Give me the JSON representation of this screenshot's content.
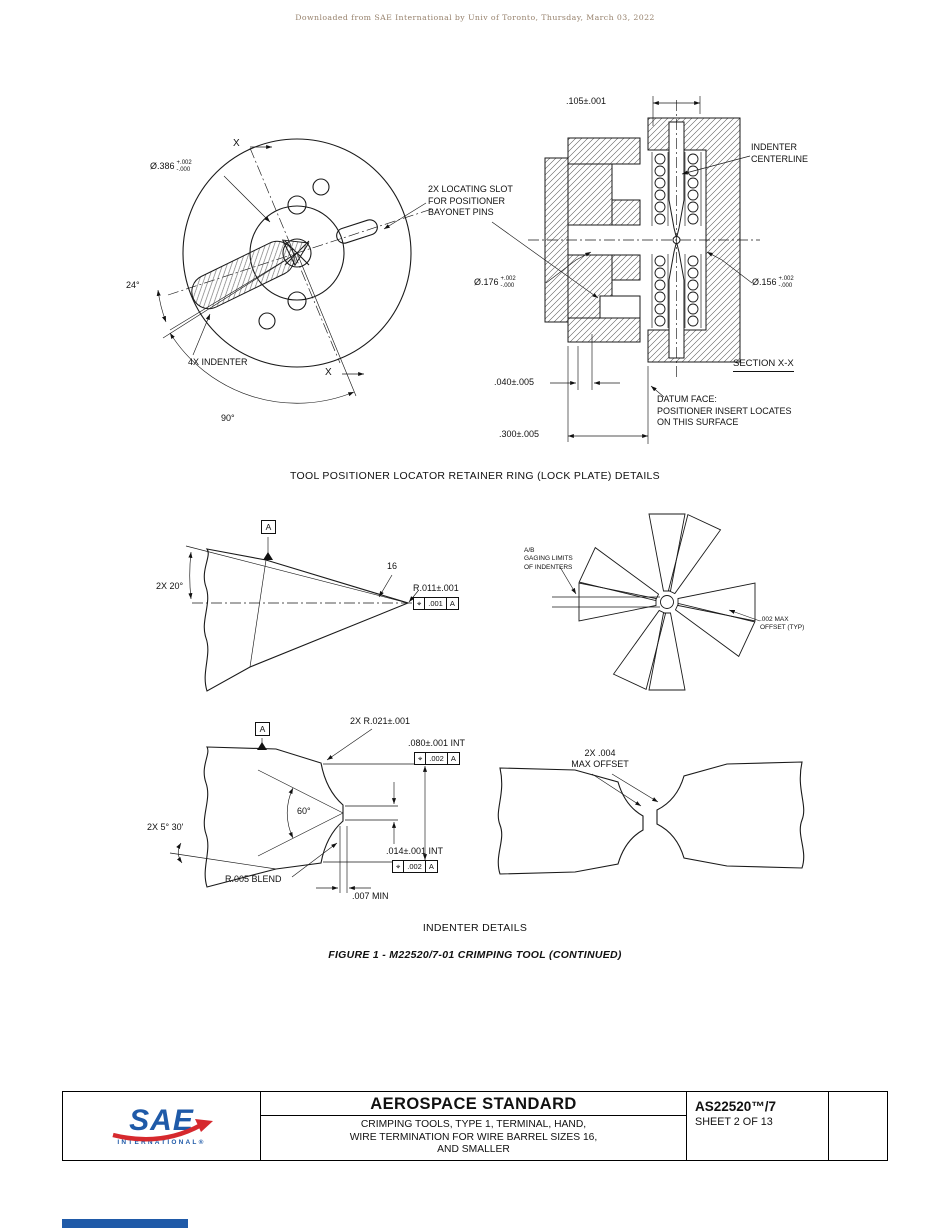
{
  "watermark": "Downloaded from SAE International by Univ of Toronto, Thursday, March 03, 2022",
  "lock_plate_view": {
    "section_marker_top": "X",
    "section_marker_bottom": "X",
    "dia_386": {
      "main": "Ø.386",
      "tol_up": "+.002",
      "tol_dn": "-.000"
    },
    "angle_24": "24°",
    "indenter_note": "4X INDENTER",
    "angle_90": "90°",
    "locating_slot_note": [
      "2X LOCATING SLOT",
      "FOR POSITIONER",
      "BAYONET PINS"
    ],
    "caption": "TOOL POSITIONER LOCATOR RETAINER RING (LOCK PLATE) DETAILS"
  },
  "section_view": {
    "dim_105": ".105±.001",
    "indenter_centerline": [
      "INDENTER",
      "CENTERLINE"
    ],
    "dia_176": {
      "main": "Ø.176",
      "tol_up": "+.002",
      "tol_dn": "-.000"
    },
    "dia_156": {
      "main": "Ø.156",
      "tol_up": "+.002",
      "tol_dn": "-.000"
    },
    "dim_040": ".040±.005",
    "section_label": "SECTION X-X",
    "dim_300": ".300±.005",
    "datum_note": [
      "DATUM FACE:",
      "POSITIONER INSERT LOCATES",
      "ON THIS SURFACE"
    ]
  },
  "indenter_details": {
    "tip_view": {
      "datum_flag": "A",
      "angle": "2X 20°",
      "gage": "16",
      "radius": "R.011±.001",
      "fcf": {
        "symbol": "⌖",
        "tol": ".001",
        "datum": "A"
      }
    },
    "gaging_view": {
      "limits_note": [
        "A/B",
        "GAGING LIMITS",
        "OF INDENTERS"
      ],
      "offset_note": [
        ".002 MAX",
        "OFFSET (TYP)"
      ]
    },
    "profile_view": {
      "datum_flag": "A",
      "radius_2x": "2X R.021±.001",
      "dim_080": ".080±.001 INT",
      "fcf_080": {
        "symbol": "⌖",
        "tol": ".002",
        "datum": "A"
      },
      "angle_60": "60°",
      "angle_530": "2X 5° 30'",
      "blend": "R.005 BLEND",
      "dim_014": ".014±.001 INT",
      "fcf_014": {
        "symbol": "⌖",
        "tol": ".002",
        "datum": "A"
      },
      "dim_007": ".007 MIN"
    },
    "offset_view": {
      "note": [
        "2X .004",
        "MAX OFFSET"
      ]
    },
    "caption": "INDENTER DETAILS",
    "figure_caption": "FIGURE 1 - M22520/7-01 CRIMPING TOOL (CONTINUED)"
  },
  "title_block": {
    "logo_main": "SAE",
    "logo_sub": "INTERNATIONAL®",
    "standard_type": "AEROSPACE STANDARD",
    "title_lines": [
      "CRIMPING TOOLS, TYPE 1, TERMINAL, HAND,",
      "WIRE TERMINATION FOR WIRE BARREL SIZES 16,",
      "AND SMALLER"
    ],
    "document_number": "AS22520™/7",
    "sheet_info": "SHEET 2 OF 13"
  },
  "colors": {
    "line": "#1a1a1a",
    "accent_blue": "#1f5aa8",
    "accent_red": "#d6292e",
    "watermark_text": "#97826d"
  }
}
